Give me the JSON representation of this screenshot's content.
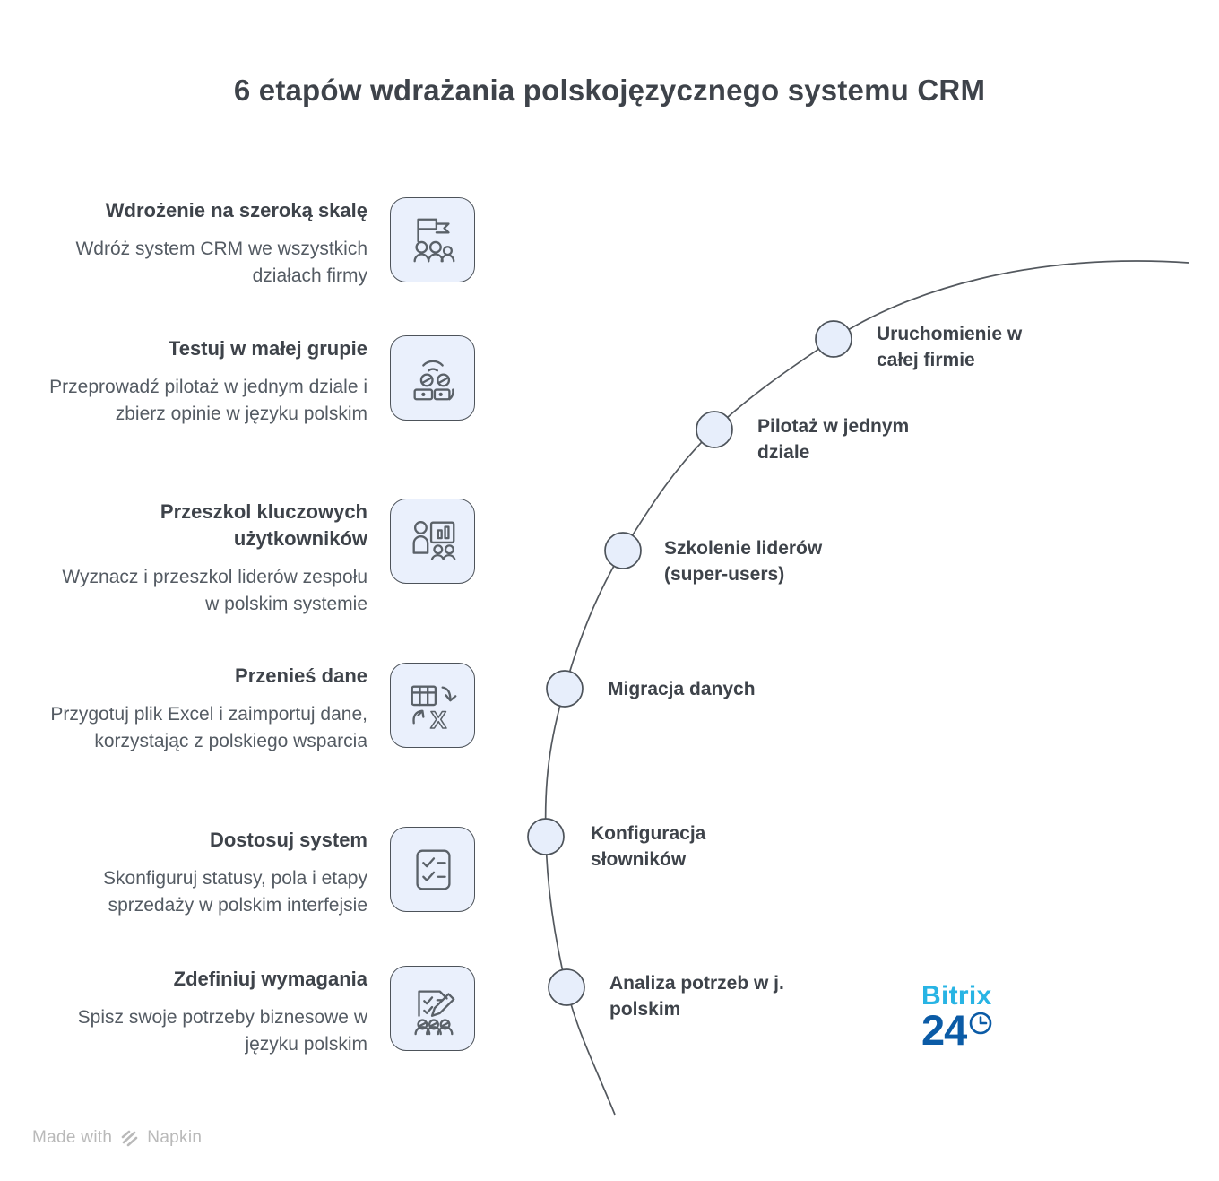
{
  "title": "6 etapów wdrażania polskojęzycznego systemu CRM",
  "colors": {
    "ink": "#3e434a",
    "body-ink": "#545b63",
    "line": "#53585e",
    "node-fill": "#e7eefb",
    "icon-fill": "#eaf0fc",
    "icon-stroke": "#5a6168",
    "bitrix-cyan": "#28b4e4",
    "bitrix-blue": "#0b5ba6",
    "watermark": "#b9b9b9"
  },
  "stages": [
    {
      "heading": "Wdrożenie na szeroką skalę",
      "description": "Wdróż system CRM we wszystkich działach firmy",
      "icon": "flag-team-icon"
    },
    {
      "heading": "Testuj w małej grupie",
      "description": "Przeprowadź pilotaż w jednym dziale i zbierz opinie w języku polskim",
      "icon": "pilot-group-icon"
    },
    {
      "heading": "Przeszkol kluczowych użytkowników",
      "description": "Wyznacz i przeszkol liderów zespołu w polskim systemie",
      "icon": "trainer-presentation-icon"
    },
    {
      "heading": "Przenieś dane",
      "description": "Przygotuj plik Excel i zaimportuj dane, korzystając z polskiego wsparcia",
      "icon": "excel-import-icon"
    },
    {
      "heading": "Dostosuj system",
      "description": "Skonfiguruj statusy, pola i etapy sprzedaży w polskim interfejsie",
      "icon": "checklist-icon"
    },
    {
      "heading": "Zdefiniuj wymagania",
      "description": "Spisz swoje potrzeby biznesowe w języku polskim",
      "icon": "requirements-doc-icon"
    }
  ],
  "timeline": [
    {
      "label": "Uruchomienie w całej firmie"
    },
    {
      "label": "Pilotaż w jednym dziale"
    },
    {
      "label": "Szkolenie liderów (super-users)"
    },
    {
      "label": "Migracja danych"
    },
    {
      "label": "Konfiguracja słowników"
    },
    {
      "label": "Analiza potrzeb w j. polskim"
    }
  ],
  "logo": {
    "brand_top": "Bitrix",
    "brand_bottom": "24"
  },
  "watermark": {
    "prefix": "Made with",
    "brand": "Napkin"
  }
}
